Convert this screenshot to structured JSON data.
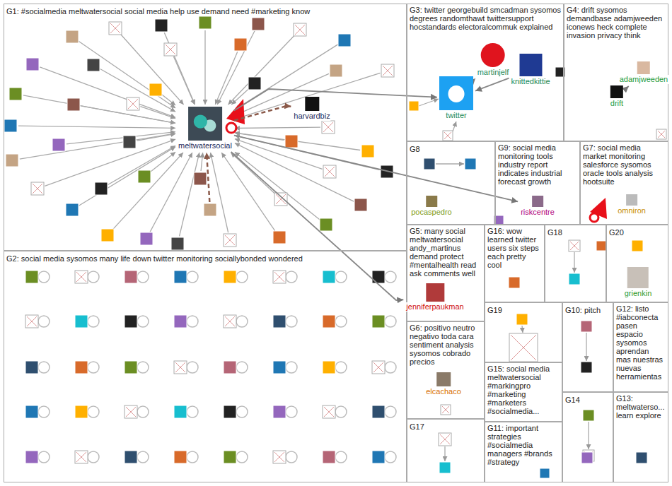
{
  "diagram": {
    "nodes": [
      {
        "text": [
          "G1: #socialmedia meltwatersocial social media help use demand need #marketing know"
        ]
      },
      {
        "text": [
          "G2: social media sysomos many life down twitter monitoring sociallybonded wondered"
        ]
      },
      {
        "text": [
          "G3: twitter georgebuild smcadman sysomos degrees randomthawt twittersupport hocstandards electoralcommuk explained"
        ]
      },
      {
        "text": [
          "G4: drift sysomos demandbase adamjweeden iconews heck complete invasion privacy think"
        ]
      },
      {
        "text": [
          "G8"
        ]
      },
      {
        "text": [
          "G9: social media monitoring tools industry report indicates industrial forecast growth"
        ]
      },
      {
        "text": [
          "G7: social media market monitoring salesforce sysomos oracle tools analysis hootsuite"
        ]
      },
      {
        "text": [
          "G5: many social meltwatersocial andy_martinus demand protect #mentalhealth read ask comments well"
        ]
      },
      {
        "text": [
          "G16: wow learned twitter users six steps each pretty cool"
        ]
      },
      {
        "text": [
          "G18"
        ]
      },
      {
        "text": [
          "G20"
        ]
      },
      {
        "text": [
          "G6: positivo neutro negativo toda cara sentiment analysis sysomos cobrado precios"
        ]
      },
      {
        "text": [
          "G19"
        ]
      },
      {
        "text": [
          "G10: pitch"
        ]
      },
      {
        "text": [
          "G12: listo #iabconecta pasen espacio sysomos aprendan mas nuestras nuevas herramientas"
        ]
      },
      {
        "text": [
          "G15: social media meltwatersocial #markingpro #marketing #marketers #socialmedia..."
        ]
      },
      {
        "text": [
          "G14"
        ]
      },
      {
        "text": [
          "G13: meltwaterso... learn explore"
        ]
      },
      {
        "text": [
          "G17"
        ]
      },
      {
        "text": [
          "G11: important strategies #socialmedia managers #brands #strategy"
        ]
      },
      {
        "text": [
          "meltwatersocial"
        ],
        "in": 0
      },
      {
        "text": [
          "harvardbiz"
        ],
        "in": 0
      },
      {
        "text": [
          "martinjelf"
        ],
        "in": 2
      },
      {
        "text": [
          "knittedkittie"
        ],
        "in": 2
      },
      {
        "text": [
          "twitter"
        ],
        "in": 2
      },
      {
        "text": [
          "adamjweeden"
        ],
        "in": 3
      },
      {
        "text": [
          "drift"
        ],
        "in": 3
      },
      {
        "text": [
          "pocaspedro"
        ],
        "in": 4
      },
      {
        "text": [
          "riskcentre"
        ],
        "in": 5
      },
      {
        "text": [
          "omniron"
        ],
        "in": 6
      },
      {
        "text": [
          "jenniferpaukman"
        ],
        "in": 7
      },
      {
        "text": [
          "elcachaco"
        ],
        "in": 11
      },
      {
        "text": [
          "grienkin"
        ],
        "in": 10
      }
    ],
    "edges": [
      {
        "from": 20,
        "to": 21,
        "arrow": "to"
      },
      {
        "from": 20,
        "to": 24,
        "arrow": "to"
      },
      {
        "from": 20,
        "to": 30,
        "arrow": "to"
      },
      {
        "from": 20,
        "to": 28,
        "arrow": "to"
      },
      {
        "from": 22,
        "to": 24,
        "arrow": "to"
      },
      {
        "from": 23,
        "to": 24,
        "arrow": "to"
      },
      {
        "from": 26,
        "to": 25,
        "arrow": "to"
      }
    ]
  }
}
